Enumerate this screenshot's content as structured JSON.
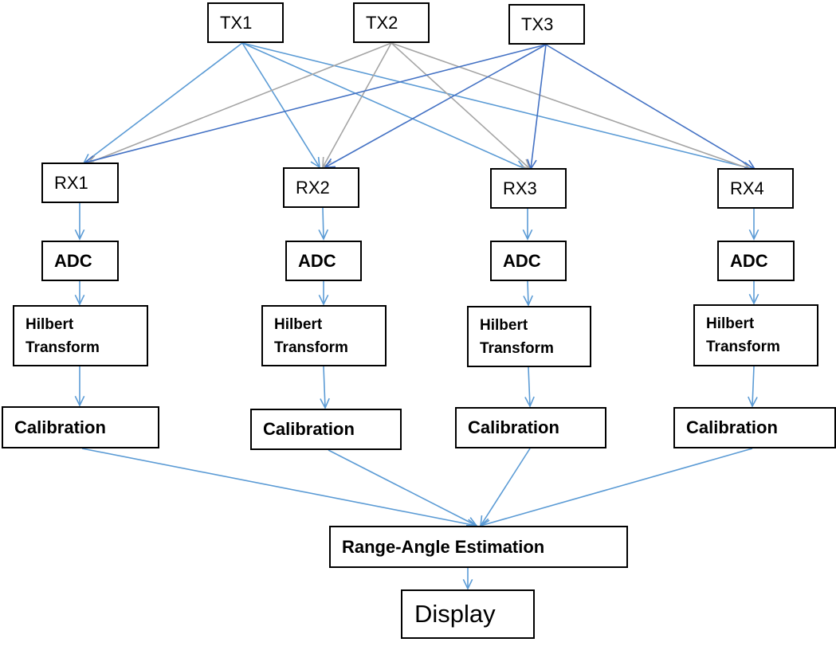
{
  "diagram": {
    "transmitters": [
      "TX1",
      "TX2",
      "TX3"
    ],
    "receivers": [
      "RX1",
      "RX2",
      "RX3",
      "RX4"
    ],
    "adc_label": "ADC",
    "hilbert_label": "Hilbert\nTransform",
    "calibration_label": "Calibration",
    "range_label": "Range-Angle Estimation",
    "display_label": "Display",
    "colors": {
      "tx1_links": "#5b9bd5",
      "tx2_links": "#a5a5a5",
      "tx3_links": "#4472c4",
      "flow_arrows": "#5b9bd5",
      "box_border": "#000000"
    }
  }
}
